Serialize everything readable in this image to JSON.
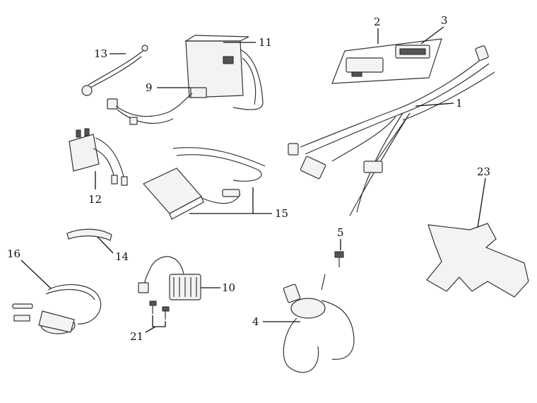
{
  "diagram": {
    "labels": {
      "p1": "1",
      "p2": "2",
      "p3": "3",
      "p4": "4",
      "p5": "5",
      "p9": "9",
      "p10": "10",
      "p11": "11",
      "p12": "12",
      "p13": "13",
      "p14": "14",
      "p15": "15",
      "p16": "16",
      "p21": "21",
      "p23": "23"
    }
  }
}
